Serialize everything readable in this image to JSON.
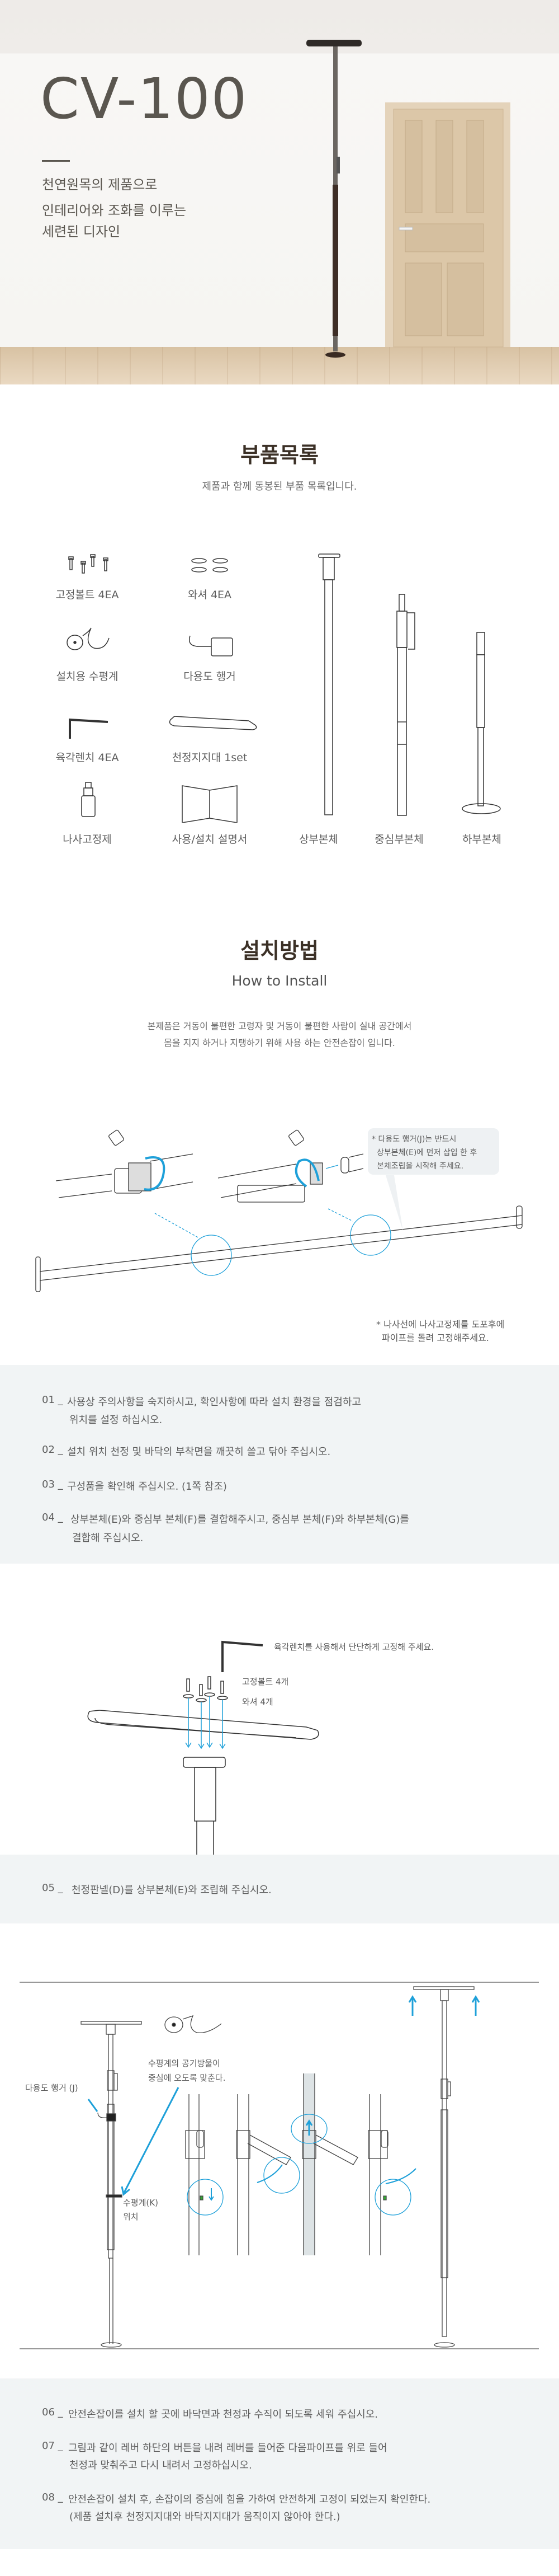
{
  "hero": {
    "model": "CV-100",
    "tagline": [
      "천연원목의 제품으로",
      "인테리어와 조화를 이루는",
      "세련된 디자인"
    ]
  },
  "parts": {
    "title": "부품목록",
    "subtitle": "제품과 함께 동봉된 부품 목록입니다.",
    "items": [
      {
        "label": "고정볼트 4EA",
        "icon": "bolts-icon"
      },
      {
        "label": "와셔 4EA",
        "icon": "washers-icon"
      },
      {
        "label": "설치용 수평계",
        "icon": "level-icon"
      },
      {
        "label": "다용도 행거",
        "icon": "hanger-icon"
      },
      {
        "label": "육각렌치 4EA",
        "icon": "hex-wrench-icon"
      },
      {
        "label": "천정지지대 1set",
        "icon": "ceiling-bracket-icon"
      },
      {
        "label": "나사고정제",
        "icon": "thread-locker-icon"
      },
      {
        "label": "사용/설치 설명서",
        "icon": "manual-icon"
      },
      {
        "label": "상부본체",
        "icon": "upper-body-icon"
      },
      {
        "label": "중심부본체",
        "icon": "middle-body-icon"
      },
      {
        "label": "하부본체",
        "icon": "lower-body-icon"
      }
    ]
  },
  "install": {
    "title": "설치방법",
    "subtitle": "How to Install",
    "description": [
      "본제품은 거동이 불편한 고령자 및 거동이 불편한 사람이 실내 공간에서",
      "몸을 지지 하거나 지탱하기 위해 사용 하는 안전손잡이 입니다."
    ],
    "callout": [
      "* 다용도 행거(J)는 반드시",
      "상부본체(E)에  먼저 삽입 한 후",
      "본체조립을 시작해 주세요."
    ],
    "thread_note": [
      "* 나사선에 나사고정제를 도포후에",
      "파이프를 돌려 고정해주세요."
    ]
  },
  "steps_a": [
    {
      "num": "01 _",
      "lines": [
        "사용상 주의사항을 숙지하시고, 확인사항에 따라 설치 환경을 점검하고",
        "위치를 설정 하십시오."
      ]
    },
    {
      "num": "02 _",
      "lines": [
        "설치 위치 천정 및 바닥의 부착면을 깨끗히 쓸고 닦아 주십시오."
      ]
    },
    {
      "num": "03 _",
      "lines": [
        "구성품을 확인해 주십시오. (1쪽 참조)"
      ]
    },
    {
      "num": "04 _",
      "lines": [
        "상부본체(E)와 중심부 본체(F)를 결합해주시고, 중심부 본체(F)와 하부본체(G)를",
        "결합해 주십시오."
      ]
    }
  ],
  "step5_diagram": {
    "wrench_note": "육각렌치를 사용해서 단단하게 고정해 주세요.",
    "bolts_label": "고정볼트 4개",
    "washers_label": "와셔 4개"
  },
  "steps_b": [
    {
      "num": "05 _",
      "lines": [
        "천정판넬(D)를 상부본체(E)와 조립해 주십시오."
      ]
    }
  ],
  "step6_diagram": {
    "level_note": [
      "수평계의 공기방울이",
      "중심에 오도록 맞춘다."
    ],
    "hanger_label": "다용도 행거 (J)",
    "level_position": [
      "수평계(K)",
      "위치"
    ]
  },
  "steps_c": [
    {
      "num": "06 _",
      "lines": [
        "안전손잡이를 설치 할 곳에 바닥면과 천정과 수직이 되도록 세워 주십시오."
      ]
    },
    {
      "num": "07 _",
      "lines": [
        "그림과 같이 레버 하단의 버튼을 내려 레버를 들어준 다음파이프를 위로 들어",
        "천정과 맞춰주고 다시 내려서 고정하십시오."
      ]
    },
    {
      "num": "08 _",
      "lines": [
        "안전손잡이 설치 후, 손잡이의 중심에 힘을 가하여 안전하게 고정이 되었는지 확인한다.",
        "(제품 설치후 천정지지대와 바닥지지대가 움직이지 않아야 한다.)"
      ]
    }
  ],
  "colors": {
    "accent": "#1ea0d9",
    "title": "#3b3026",
    "text": "#5e5e5e",
    "band": "#f1f4f5"
  }
}
